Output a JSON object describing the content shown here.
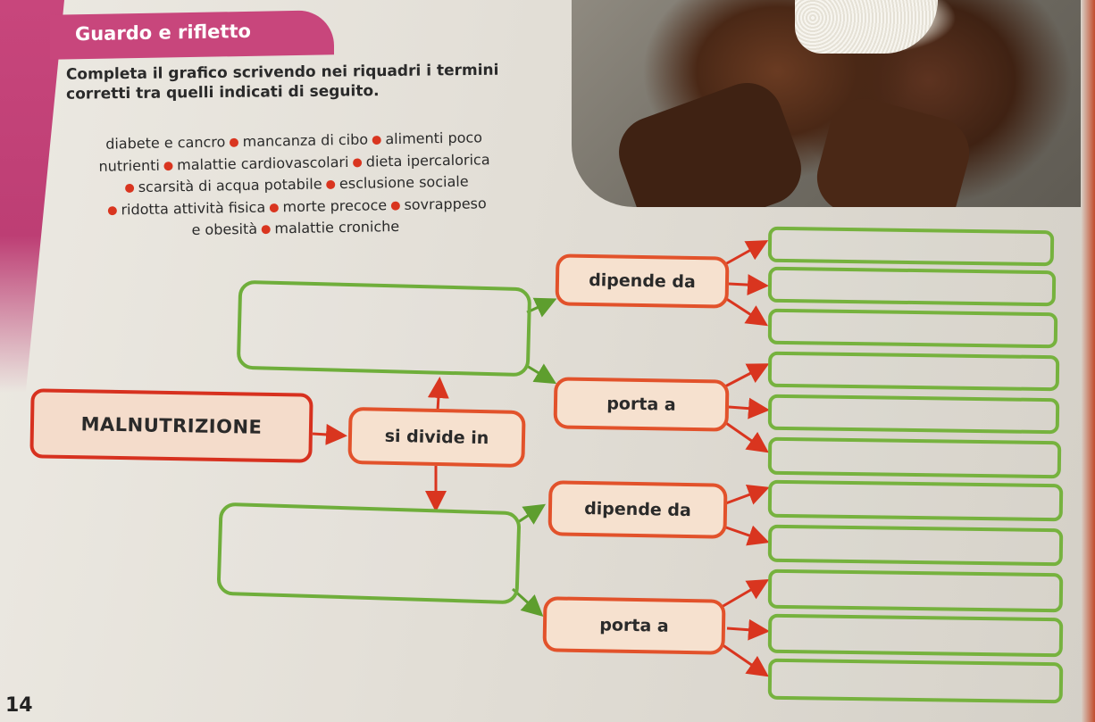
{
  "header": {
    "title": "Guardo e rifletto"
  },
  "instructions": {
    "line1": "Completa il grafico scrivendo nei riquadri i termini",
    "line2": "corretti tra quelli indicati di seguito."
  },
  "word_list": [
    "diabete e cancro",
    "mancanza di cibo",
    "alimenti poco nutrienti",
    "malattie cardiovascolari",
    "dieta ipercalorica",
    "scarsità di acqua potabile",
    "esclusione sociale",
    "ridotta attività fisica",
    "morte precoce",
    "sovrappeso e obesità",
    "malattie croniche"
  ],
  "word_lines": {
    "l1a": "diabete e cancro",
    "l1b": "mancanza di cibo",
    "l1c": "alimenti poco",
    "l2a": "nutrienti",
    "l2b": "malattie cardiovascolari",
    "l2c": "dieta ipercalorica",
    "l3a": "scarsità di acqua potabile",
    "l3b": "esclusione sociale",
    "l4a": "ridotta attività fisica",
    "l4b": "morte precoce",
    "l4c": "sovrappeso",
    "l5a": "e obesità",
    "l5b": "malattie croniche"
  },
  "diagram": {
    "root": "MALNUTRIZIONE",
    "divide": "si divide in",
    "upper": {
      "depends": "dipende da",
      "leads": "porta a"
    },
    "lower": {
      "depends": "dipende da",
      "leads": "porta a"
    }
  },
  "page_number": "14",
  "colors": {
    "pink_band": "#c8467c",
    "orange_border": "#e2522b",
    "red_border": "#d7311f",
    "green_border": "#6fae3b",
    "box_fill": "#f6e1cf"
  }
}
